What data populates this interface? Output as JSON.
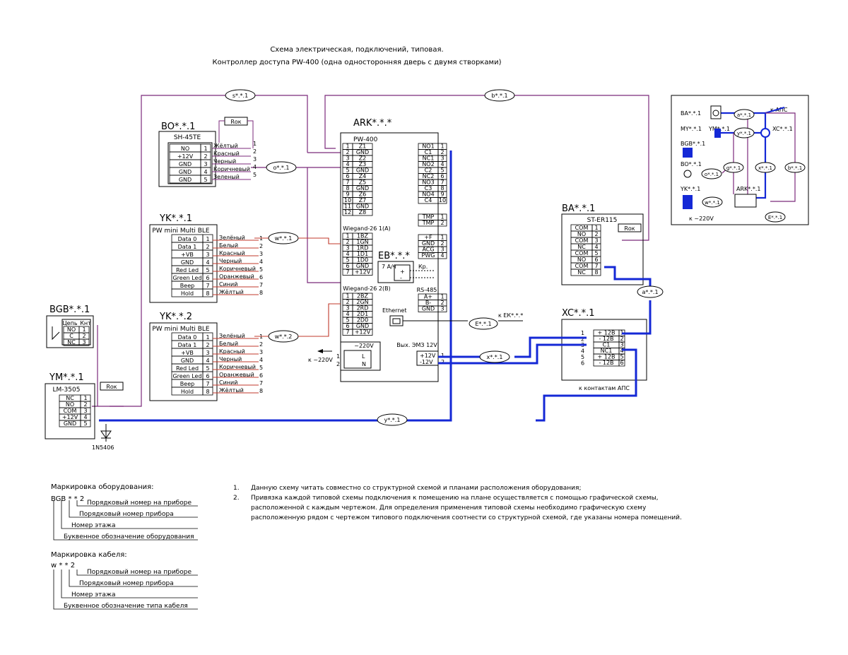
{
  "title": {
    "line1": "Схема электрическая,  подключений, типовая.",
    "line2": "Контроллер доступа PW-400 (одна односторонняя дверь с двумя створками)"
  },
  "ark": {
    "name": "ARK*.*.*",
    "model": "PW-400",
    "inputs": [
      {
        "pin": "1",
        "name": "Z1"
      },
      {
        "pin": "2",
        "name": "GND"
      },
      {
        "pin": "3",
        "name": "Z2"
      },
      {
        "pin": "4",
        "name": "Z3"
      },
      {
        "pin": "5",
        "name": "GND"
      },
      {
        "pin": "6",
        "name": "Z4"
      },
      {
        "pin": "7",
        "name": "Z5"
      },
      {
        "pin": "8",
        "name": "GND"
      },
      {
        "pin": "9",
        "name": "Z6"
      },
      {
        "pin": "10",
        "name": "Z7"
      },
      {
        "pin": "11",
        "name": "GND"
      },
      {
        "pin": "12",
        "name": "Z8"
      }
    ],
    "relays": [
      {
        "name": "NO1",
        "pin": "1"
      },
      {
        "name": "C1",
        "pin": "2"
      },
      {
        "name": "NC1",
        "pin": "3"
      },
      {
        "name": "NO2",
        "pin": "4"
      },
      {
        "name": "C2",
        "pin": "5"
      },
      {
        "name": "NC2",
        "pin": "6"
      },
      {
        "name": "NO3",
        "pin": "7"
      },
      {
        "name": "C3",
        "pin": "8"
      },
      {
        "name": "NO4",
        "pin": "9"
      },
      {
        "name": "C4",
        "pin": "10"
      }
    ],
    "tmp": [
      {
        "name": "TMP",
        "pin": "1"
      },
      {
        "name": "TMP",
        "pin": "2"
      }
    ],
    "wiegand1": {
      "title": "Wiegand-26 1(A)",
      "pins": [
        {
          "pin": "1",
          "name": "1BZ"
        },
        {
          "pin": "2",
          "name": "1GN"
        },
        {
          "pin": "3",
          "name": "1RD"
        },
        {
          "pin": "4",
          "name": "1D1"
        },
        {
          "pin": "5",
          "name": "1D0"
        },
        {
          "pin": "6",
          "name": "GND"
        },
        {
          "pin": "7",
          "name": "+12V"
        }
      ]
    },
    "wiegand2": {
      "title": "Wiegand-26 2(B)",
      "pins": [
        {
          "pin": "1",
          "name": "2BZ"
        },
        {
          "pin": "2",
          "name": "2GN"
        },
        {
          "pin": "3",
          "name": "2RD"
        },
        {
          "pin": "4",
          "name": "2D1"
        },
        {
          "pin": "5",
          "name": "2D0"
        },
        {
          "pin": "6",
          "name": "GND"
        },
        {
          "pin": "7",
          "name": "+12V"
        }
      ]
    },
    "eb": {
      "name": "EB*.*.*",
      "batt": "7 А/ч",
      "plus": "+",
      "minus": "-",
      "kp": "Кр."
    },
    "power_out": [
      {
        "name": "+F",
        "pin": "1"
      },
      {
        "name": "GND",
        "pin": "2"
      },
      {
        "name": "ACG",
        "pin": "3"
      },
      {
        "name": "PWG",
        "pin": "4"
      }
    ],
    "rs485": {
      "title": "RS-485",
      "pins": [
        {
          "name": "A+",
          "pin": "1"
        },
        {
          "name": "B-",
          "pin": "2"
        },
        {
          "name": "GND",
          "pin": "3"
        }
      ]
    },
    "ethernet": "Ethernet",
    "mains": {
      "title": "~220V",
      "l": "L",
      "n": "N",
      "p1": "1",
      "p2": "2",
      "label": "к ~220V"
    },
    "out": {
      "title": "Вых. ЭМЗ 12V",
      "plus": "+12V",
      "minus": "-12V",
      "p1": "1",
      "p2": "2"
    }
  },
  "bo": {
    "name": "BO*.*.1",
    "model": "SH-45TE",
    "rows": [
      {
        "name": "NO",
        "pin": "1"
      },
      {
        "name": "+12V",
        "pin": "2"
      },
      {
        "name": "GND",
        "pin": "3"
      },
      {
        "name": "GND",
        "pin": "4"
      },
      {
        "name": "GND",
        "pin": "5"
      }
    ],
    "wires": [
      "Жёлтый",
      "Красный",
      "Черный",
      "Коричневый",
      "Зеленый"
    ],
    "rok": "Rок"
  },
  "yk1": {
    "name": "YK*.*.1",
    "model": "PW mini Multi BLE",
    "rows": [
      {
        "name": "Data 0",
        "pin": "1"
      },
      {
        "name": "Data 1",
        "pin": "2"
      },
      {
        "name": "+VB",
        "pin": "3"
      },
      {
        "name": "GND",
        "pin": "4"
      },
      {
        "name": "Red Led",
        "pin": "5"
      },
      {
        "name": "Green Led",
        "pin": "6"
      },
      {
        "name": "Beep",
        "pin": "7"
      },
      {
        "name": "Hold",
        "pin": "8"
      }
    ],
    "wires": [
      "Зелёный",
      "Белый",
      "Красный",
      "Черный",
      "Коричневый",
      "Оранжевый",
      "Синий",
      "Жёлтый"
    ]
  },
  "yk2": {
    "name": "YK*.*.2",
    "model": "PW mini Multi BLE",
    "rows": [
      {
        "name": "Data 0",
        "pin": "1"
      },
      {
        "name": "Data 1",
        "pin": "2"
      },
      {
        "name": "+VB",
        "pin": "3"
      },
      {
        "name": "GND",
        "pin": "4"
      },
      {
        "name": "Red Led",
        "pin": "5"
      },
      {
        "name": "Green Led",
        "pin": "6"
      },
      {
        "name": "Beep",
        "pin": "7"
      },
      {
        "name": "Hold",
        "pin": "8"
      }
    ],
    "wires": [
      "Зелёный",
      "Белый",
      "Красный",
      "Черный",
      "Коричневый",
      "Оранжевый",
      "Синий",
      "Жёлтый"
    ]
  },
  "bgb": {
    "name": "BGB*.*.1",
    "h1": "Цепь",
    "h2": "Кнт",
    "rows": [
      {
        "name": "NO",
        "pin": "1"
      },
      {
        "name": "C",
        "pin": "2"
      },
      {
        "name": "NC",
        "pin": "3"
      }
    ]
  },
  "ym": {
    "name": "YM*.*.1",
    "model": "LM-3505",
    "rows": [
      {
        "name": "NC",
        "pin": "1"
      },
      {
        "name": "NO",
        "pin": "2"
      },
      {
        "name": "COM",
        "pin": "3"
      },
      {
        "name": "+12V",
        "pin": "4"
      },
      {
        "name": "GND",
        "pin": "5"
      }
    ],
    "rok": "Rок",
    "diode": "1N5406"
  },
  "ba": {
    "name": "BA*.*.1",
    "model": "ST-ER115",
    "rok": "Rок",
    "rows": [
      {
        "name": "COM",
        "pin": "1"
      },
      {
        "name": "NO",
        "pin": "2"
      },
      {
        "name": "COM",
        "pin": "3"
      },
      {
        "name": "NC",
        "pin": "4"
      },
      {
        "name": "COM",
        "pin": "5"
      },
      {
        "name": "NO",
        "pin": "6"
      },
      {
        "name": "COM",
        "pin": "7"
      },
      {
        "name": "NC",
        "pin": "8"
      }
    ]
  },
  "xc": {
    "name": "XC*.*.1",
    "rows": [
      {
        "name": "+ 12В",
        "pin": "1"
      },
      {
        "name": "- 12В",
        "pin": "2"
      },
      {
        "name": "C1",
        "pin": "3"
      },
      {
        "name": "NC1",
        "pin": "4"
      },
      {
        "name": "+ 12В",
        "pin": "5"
      },
      {
        "name": "- 12В",
        "pin": "6"
      }
    ],
    "caption": "к контактам АПС"
  },
  "cables": {
    "s": "s*.*.1",
    "b": "b*.*.1",
    "o": "o*.*.1",
    "w1": "w*.*.1",
    "w2": "w*.*.2",
    "e": "E*.*.1",
    "x": "x*.*.1",
    "a": "a*.*.1",
    "y": "y*.*.1",
    "ek": "к ЕК*.*.*"
  },
  "mini": {
    "ba": "BA*.*.1",
    "my": "MY*.*.1",
    "ym": "YM*.*.1",
    "bgb": "BGB*.*.1",
    "bo": "BO*.*.1",
    "yk": "YK*.*.1",
    "xc": "XC*.*.1",
    "aps": "к АПС",
    "ark": "ARK*.*.1",
    "mains": "к ~220V",
    "cab_a": "a*.*.1",
    "cab_y": "y*.*.1",
    "cab_g": "g*.*.1",
    "cab_o": "o*.*.1",
    "cab_x": "x*.*.1",
    "cab_b": "b*.*.1",
    "cab_w": "w*.*.1",
    "cab_e": "E*.*.1"
  },
  "legend_eq": {
    "title": "Маркировка оборудования:",
    "code": "BGB * * 2",
    "items": [
      "Порядковый номер на приборе",
      "Порядковый номер прибора",
      "Номер этажа",
      "Буквенное обозначение оборудования"
    ]
  },
  "legend_cab": {
    "title": "Маркировка кабеля:",
    "code": "w * * 2",
    "items": [
      "Порядковый номер на приборе",
      "Порядковый номер прибора",
      "Номер этажа",
      "Буквенное обозначение типа кабеля"
    ]
  },
  "notes": [
    {
      "num": "1.",
      "text": "Данную схему читать совместно со структурной схемой и планами расположения оборудования;"
    },
    {
      "num": "2.",
      "text": "Привязка каждой типовой схемы подключения к помещению на плане осуществляется с помощью графической схемы,"
    },
    {
      "num": "",
      "text": "расположенной с каждым чертежом. Для определения применения типовой схемы необходимо графическую схему"
    },
    {
      "num": "",
      "text": "расположенную рядом с чертежом типового подключения соотнести со структурной схемой, где указаны номера помещений."
    }
  ],
  "colors": {
    "purple": "#7b2a7b",
    "red": "#c0392b",
    "blue": "#1428d6",
    "black": "#000000"
  }
}
